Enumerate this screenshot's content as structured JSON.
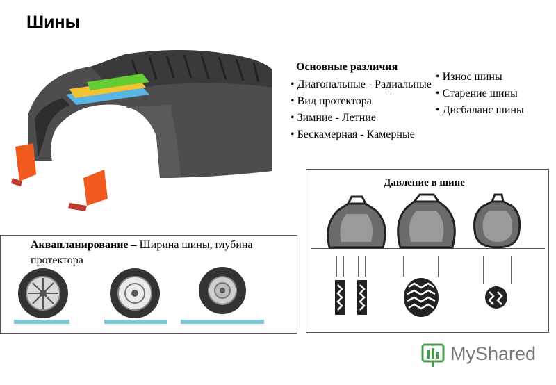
{
  "title": "Шины",
  "differences": {
    "heading": "Основные различия",
    "items": [
      "Диагональные - Радиальные",
      "Вид протектора",
      "Зимние - Летние",
      "Бескамерная - Камерные"
    ]
  },
  "wear": {
    "items": [
      "Износ шины",
      "Старение шины",
      "Дисбаланс шины"
    ]
  },
  "pressure": {
    "title": "Давление в шине"
  },
  "aquaplaning": {
    "term": "Аквапланирование –",
    "text": " Ширина шины, глубина протектора"
  },
  "logo": {
    "text": "MyShared"
  },
  "colors": {
    "tire": "#4d4d4d",
    "tread_dark": "#2e2e2e",
    "layer_green": "#66cc33",
    "layer_yellow": "#f2c230",
    "layer_blue": "#5ab4e6",
    "bead_orange": "#f05a1e",
    "water": "#7fc6d9"
  }
}
